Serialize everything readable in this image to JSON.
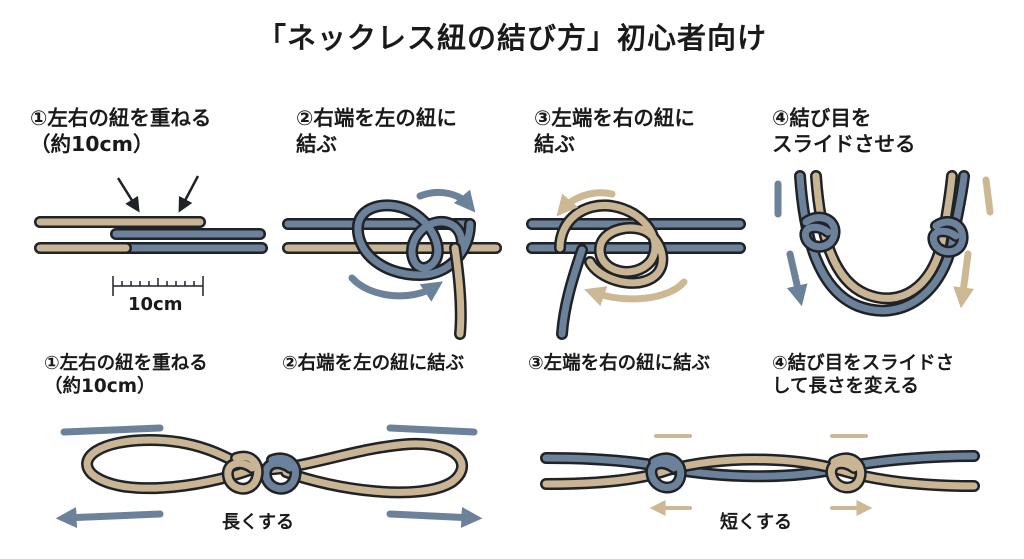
{
  "title": "「ネックレス紐の結び方」初心者向け",
  "colors": {
    "tan": "#c9b594",
    "blue": "#6c829a",
    "outline": "#1f2328",
    "arrow_blue": "#6c829a",
    "arrow_tan": "#cdb894"
  },
  "top_steps": [
    {
      "label": "①左右の紐を重ねる\n（約10cm）"
    },
    {
      "label": "②右端を左の紐に\n結ぶ"
    },
    {
      "label": "③左端を右の紐に\n結ぶ"
    },
    {
      "label": "④結び目を\nスライドさせる"
    }
  ],
  "measure_label": "10cm",
  "bottom_steps": [
    {
      "label": "①左右の紐を重ねる\n（約10cm）"
    },
    {
      "label": "②右端を左の紐に結ぶ"
    },
    {
      "label": "③左端を右の紐に結ぶ"
    },
    {
      "label": "④結び目をスライドさ\nして長さを変える"
    }
  ],
  "lengthen_label": "長くする",
  "shorten_label": "短くする"
}
